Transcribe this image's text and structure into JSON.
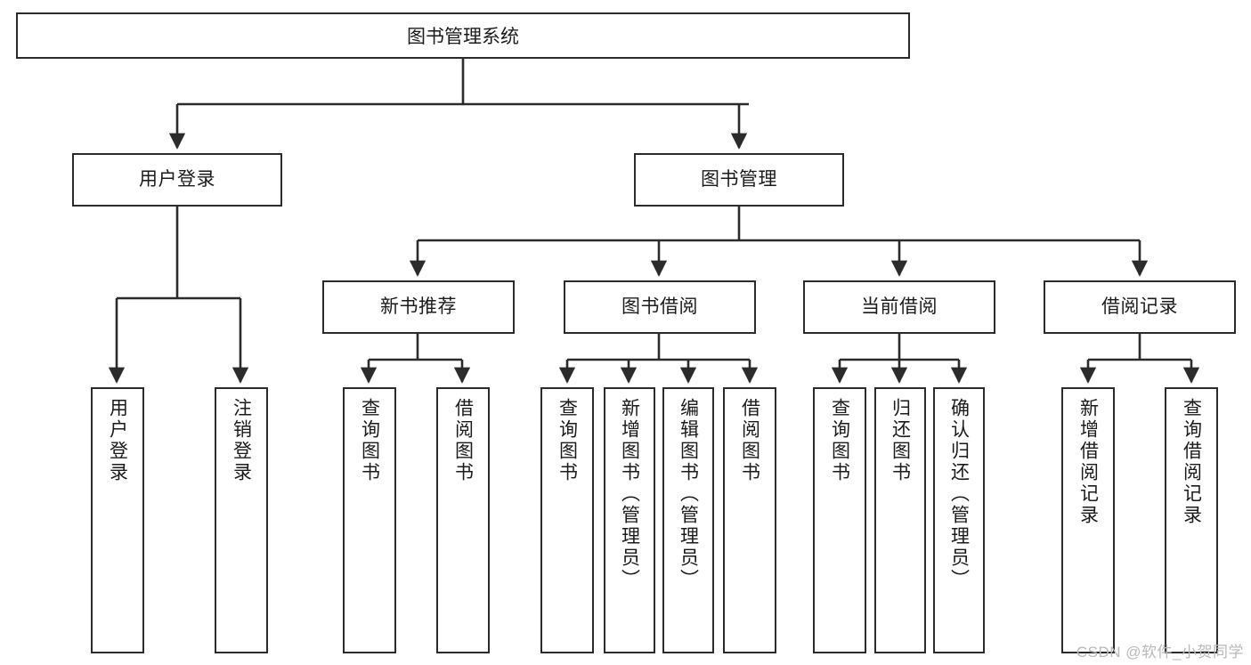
{
  "diagram": {
    "type": "tree",
    "title": "图书管理系统",
    "style": {
      "background": "#ffffff",
      "box_stroke": "#2b2b2b",
      "box_fill": "#ffffff",
      "edge_color": "#2b2b2b",
      "text_color": "#1b1b1b",
      "watermark_color": "#b9b9b9"
    },
    "root": {
      "id": "root",
      "label": "图书管理系统"
    },
    "level1": [
      {
        "id": "user-login",
        "label": "用户登录"
      },
      {
        "id": "book-manage",
        "label": "图书管理"
      }
    ],
    "level2": [
      {
        "id": "new-book-recommend",
        "label": "新书推荐",
        "parent": "book-manage"
      },
      {
        "id": "book-borrow",
        "label": "图书借阅",
        "parent": "book-manage"
      },
      {
        "id": "current-borrow",
        "label": "当前借阅",
        "parent": "book-manage"
      },
      {
        "id": "borrow-record",
        "label": "借阅记录",
        "parent": "book-manage"
      }
    ],
    "leaves": {
      "user-login": [
        {
          "id": "leaf-user-login",
          "label": "用户登录"
        },
        {
          "id": "leaf-user-logout",
          "label": "注销登录"
        }
      ],
      "new-book-recommend": [
        {
          "id": "leaf-query-book-1",
          "label": "查询图书"
        },
        {
          "id": "leaf-borrow-book-1",
          "label": "借阅图书"
        }
      ],
      "book-borrow": [
        {
          "id": "leaf-query-book-2",
          "label": "查询图书"
        },
        {
          "id": "leaf-add-book",
          "label": "新增图书（管理员）"
        },
        {
          "id": "leaf-edit-book",
          "label": "编辑图书（管理员）"
        },
        {
          "id": "leaf-borrow-book-2",
          "label": "借阅图书"
        }
      ],
      "current-borrow": [
        {
          "id": "leaf-query-book-3",
          "label": "查询图书"
        },
        {
          "id": "leaf-return-book",
          "label": "归还图书"
        },
        {
          "id": "leaf-confirm-return",
          "label": "确认归还（管理员）"
        }
      ],
      "borrow-record": [
        {
          "id": "leaf-add-record",
          "label": "新增借阅记录"
        },
        {
          "id": "leaf-query-record",
          "label": "查询借阅记录"
        }
      ]
    }
  },
  "watermark": {
    "text": "CSDN @软件_小贺同学"
  }
}
